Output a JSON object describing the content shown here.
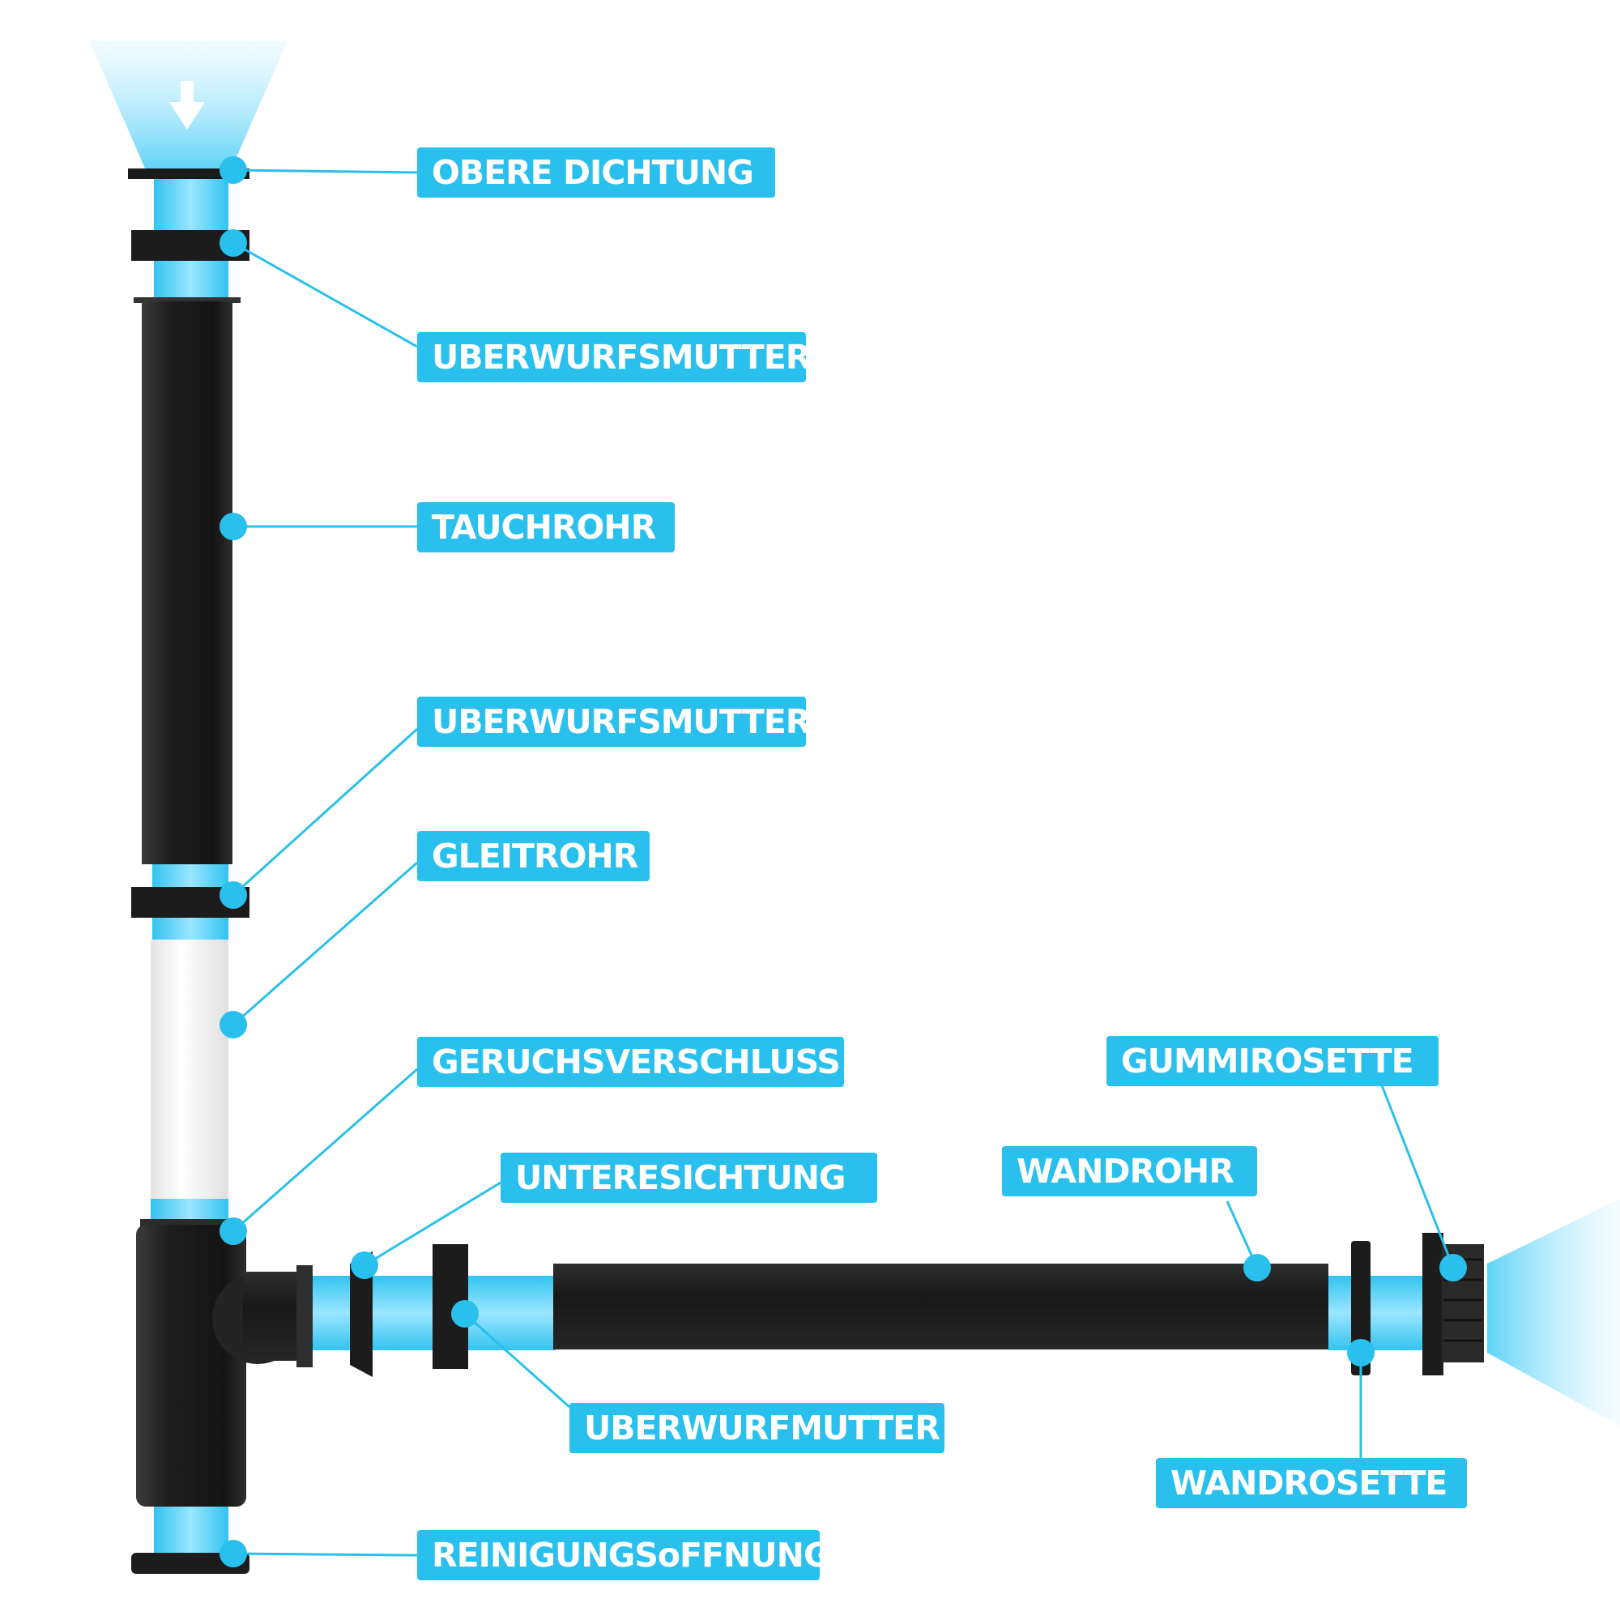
{
  "colors": {
    "accent": "#29c0ee",
    "pipe_dark": "#1b1b1b",
    "pipe_white": "#f2f2f2",
    "water": "#5fd3f7"
  },
  "flow_arrow_icon": "arrow-down-icon",
  "labels": {
    "obere_dichtung": "OBERE DICHTUNG",
    "ueberwurfsmutter_oben": "UBERWURFSMUTTER",
    "tauchrohr": "TAUCHROHR",
    "ueberwurfsmutter_mitte": "UBERWURFSMUTTER",
    "gleitrohr": "GLEITROHR",
    "geruchsverschluss": "GERUCHSVERSCHLUSS",
    "unteresichtung": "UNTERESICHTUNG",
    "ueberwurfmutter": "UBERWURFMUTTER",
    "reinigungsoeffnung": "REINIGUNGSoFFNUNG",
    "gummirosette": "GUMMIROSETTE",
    "wandrohr": "WANDROHR",
    "wandrosette": "WANDROSETTE"
  }
}
